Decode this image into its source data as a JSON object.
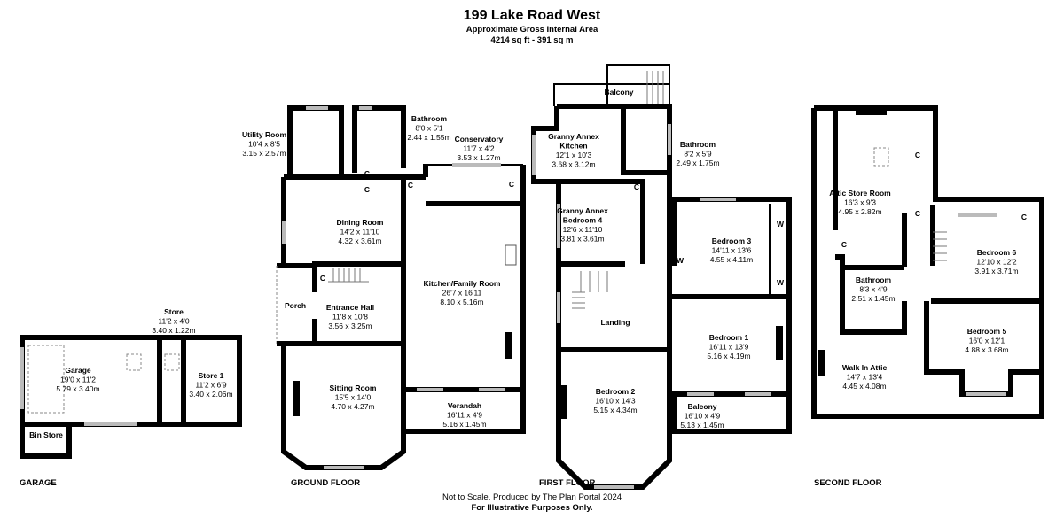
{
  "header": {
    "title": "199 Lake Road West",
    "subtitle": "Approximate Gross Internal Area",
    "area": "4214 sq ft - 391 sq m"
  },
  "markers": {
    "cupboard": "C",
    "wardrobe": "W"
  },
  "floors": [
    {
      "name": "GARAGE",
      "rooms": [
        {
          "lines": [
            "Garage",
            "19'0 x 11'2",
            "5.79 x 3.40m"
          ]
        },
        {
          "lines": [
            "Store",
            "11'2 x 4'0",
            "3.40 x 1.22m"
          ]
        },
        {
          "lines": [
            "Store 1",
            "11'2 x 6'9",
            "3.40 x 2.06m"
          ]
        },
        {
          "lines": [
            "Bin Store"
          ]
        }
      ]
    },
    {
      "name": "GROUND FLOOR",
      "rooms": [
        {
          "lines": [
            "Utility Room",
            "10'4 x 8'5",
            "3.15 x 2.57m"
          ]
        },
        {
          "lines": [
            "Bathroom",
            "8'0 x 5'1",
            "2.44 x 1.55m"
          ]
        },
        {
          "lines": [
            "Conservatory",
            "11'7 x 4'2",
            "3.53 x 1.27m"
          ]
        },
        {
          "lines": [
            "Dining Room",
            "14'2 x 11'10",
            "4.32 x 3.61m"
          ]
        },
        {
          "lines": [
            "Kitchen/Family Room",
            "26'7 x 16'11",
            "8.10 x 5.16m"
          ]
        },
        {
          "lines": [
            "Porch"
          ]
        },
        {
          "lines": [
            "Entrance Hall",
            "11'8 x 10'8",
            "3.56 x 3.25m"
          ]
        },
        {
          "lines": [
            "Sitting Room",
            "15'5 x 14'0",
            "4.70 x 4.27m"
          ]
        },
        {
          "lines": [
            "Verandah",
            "16'11 x 4'9",
            "5.16 x 1.45m"
          ]
        }
      ]
    },
    {
      "name": "FIRST FLOOR",
      "rooms": [
        {
          "lines": [
            "Balcony"
          ]
        },
        {
          "lines": [
            "Granny Annex",
            "Kitchen",
            "12'1 x 10'3",
            "3.68 x 3.12m"
          ]
        },
        {
          "lines": [
            "Bathroom",
            "8'2 x 5'9",
            "2.49 x 1.75m"
          ]
        },
        {
          "lines": [
            "Granny Annex",
            "Bedroom 4",
            "12'6 x 11'10",
            "3.81 x 3.61m"
          ]
        },
        {
          "lines": [
            "Bedroom 3",
            "14'11 x 13'6",
            "4.55 x 4.11m"
          ]
        },
        {
          "lines": [
            "Landing"
          ]
        },
        {
          "lines": [
            "Bedroom 1",
            "16'11 x 13'9",
            "5.16 x 4.19m"
          ]
        },
        {
          "lines": [
            "Bedroom 2",
            "16'10 x 14'3",
            "5.15 x 4.34m"
          ]
        },
        {
          "lines": [
            "Balcony",
            "16'10 x 4'9",
            "5.13 x 1.45m"
          ]
        }
      ]
    },
    {
      "name": "SECOND FLOOR",
      "rooms": [
        {
          "lines": [
            "Attic Store Room",
            "16'3 x 9'3",
            "4.95 x 2.82m"
          ]
        },
        {
          "lines": [
            "Bedroom 6",
            "12'10 x 12'2",
            "3.91 x 3.71m"
          ]
        },
        {
          "lines": [
            "Bathroom",
            "8'3 x 4'9",
            "2.51 x 1.45m"
          ]
        },
        {
          "lines": [
            "Bedroom 5",
            "16'0 x 12'1",
            "4.88 x 3.68m"
          ]
        },
        {
          "lines": [
            "Walk In Attic",
            "14'7 x 13'4",
            "4.45 x 4.08m"
          ]
        }
      ]
    }
  ],
  "footer": {
    "note": "Not to Scale. Produced by The Plan Portal 2024",
    "disclaimer": "For Illustrative Purposes Only."
  }
}
